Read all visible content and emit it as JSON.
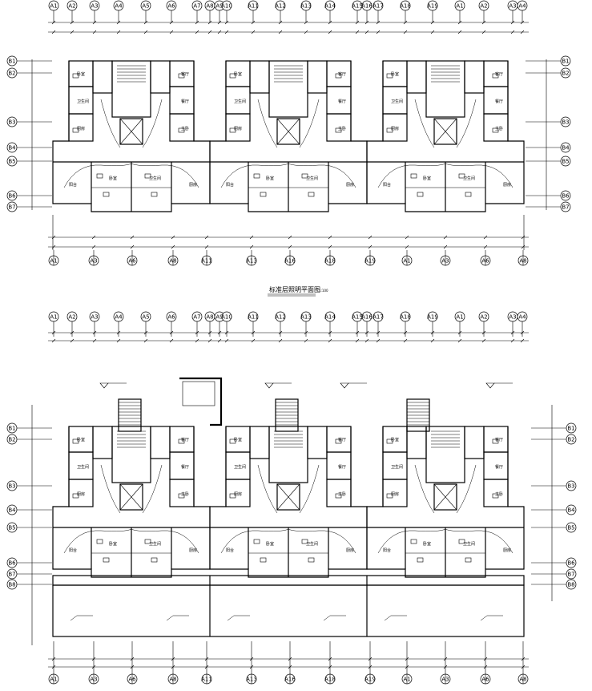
{
  "axes_top_upper": [
    "A1",
    "A2",
    "A3",
    "A4",
    "A5",
    "A6",
    "A7",
    "A8",
    "A9",
    "A10",
    "A11",
    "A12",
    "A13",
    "A14",
    "A15",
    "A16",
    "A17",
    "A18",
    "A19"
  ],
  "axes_bottom_upper": [
    "A1",
    "A3",
    "A6",
    "A8",
    "A11",
    "A13",
    "A16",
    "A18",
    "A19"
  ],
  "axes_side_upper": [
    "B1",
    "B2",
    "B3",
    "B4",
    "B5",
    "B6",
    "B7"
  ],
  "axes_top_lower": [
    "A1",
    "A2",
    "A3",
    "A4",
    "A5",
    "A6",
    "A7",
    "A8",
    "A9",
    "A10",
    "A11",
    "A12",
    "A13",
    "A14",
    "A15",
    "A16",
    "A17",
    "A18",
    "A19"
  ],
  "axes_bottom_lower": [
    "A1",
    "A3",
    "A6",
    "A8",
    "A11",
    "A13",
    "A16",
    "A18",
    "A19"
  ],
  "axes_side_lower": [
    "B1",
    "B2",
    "B3",
    "B4",
    "B5",
    "B6",
    "B7",
    "B8"
  ],
  "upper_plan_title": "标准层照明平面图",
  "upper_plan_scale": "1:100",
  "room_labels": [
    "卧室",
    "卫生间",
    "厨房",
    "客厅",
    "餐厅",
    "主卧",
    "阳台"
  ]
}
